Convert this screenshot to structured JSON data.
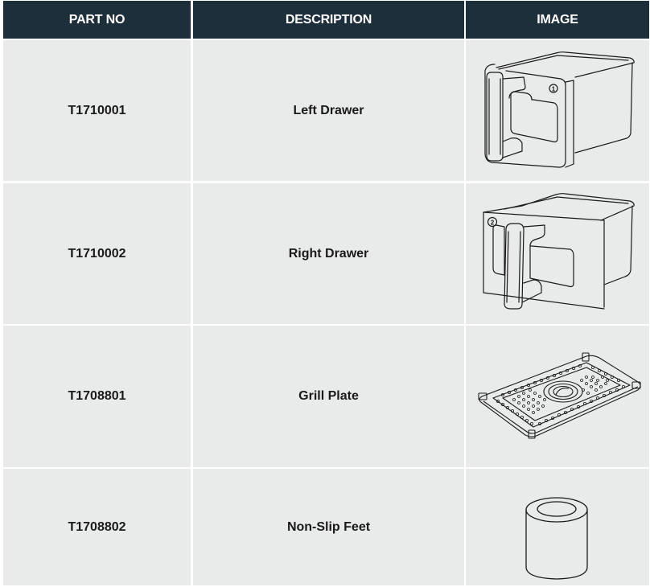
{
  "table": {
    "headers": {
      "part_no": "PART NO",
      "description": "DESCRIPTION",
      "image": "IMAGE"
    },
    "rows": [
      {
        "part_no": "T1710001",
        "description": "Left Drawer",
        "image": "left-drawer-illustration",
        "badge": "1"
      },
      {
        "part_no": "T1710002",
        "description": "Right Drawer",
        "image": "right-drawer-illustration",
        "badge": "2"
      },
      {
        "part_no": "T1708801",
        "description": "Grill Plate",
        "image": "grill-plate-illustration"
      },
      {
        "part_no": "T1708802",
        "description": "Non-Slip Feet",
        "image": "non-slip-feet-illustration"
      }
    ]
  },
  "colors": {
    "header_bg": "#1e2f3c",
    "header_text": "#ffffff",
    "cell_bg": "#e9eaea",
    "cell_text": "#1a1a1a",
    "divider": "#ffffff"
  }
}
